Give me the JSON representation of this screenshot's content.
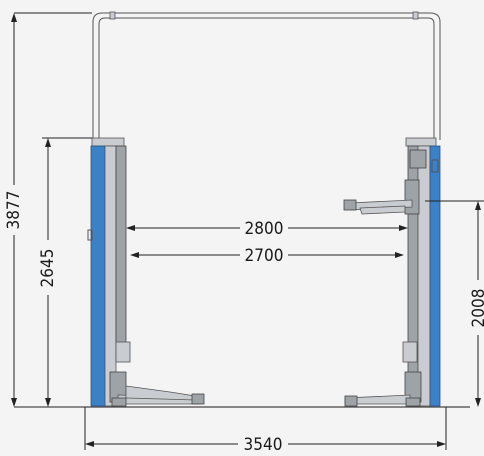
{
  "dimensions": {
    "overall_height": "3877",
    "column_height": "2645",
    "inner_width_upper": "2800",
    "inner_width_lower": "2700",
    "arm_height": "2008",
    "overall_width": "3540"
  },
  "colors": {
    "column_accent": "#3c80c6",
    "steel": "#c9ccd0",
    "background": "#f4f4f4"
  }
}
